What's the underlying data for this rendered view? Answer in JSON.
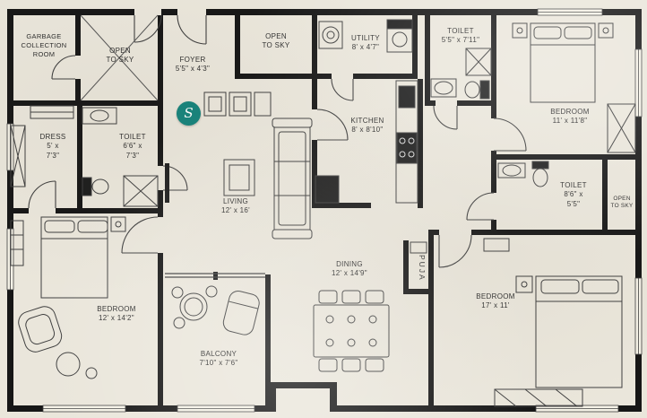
{
  "colors": {
    "paper": "#eae6db",
    "wall": "#161616",
    "line": "#3f3f3f",
    "accent_teal": "#15837b",
    "text": "#2e2e2e"
  },
  "marker": {
    "label": "S"
  },
  "rooms": {
    "garbage": {
      "label": "GARBAGE\nCOLLECTION\nROOM"
    },
    "open_sky_1": {
      "label": "OPEN\nTO SKY"
    },
    "foyer": {
      "label": "FOYER\n5'5\" x 4'3\""
    },
    "open_sky_2": {
      "label": "OPEN\nTO SKY"
    },
    "utility": {
      "label": "UTILITY\n8' x 4'7\""
    },
    "toilet_top": {
      "label": "TOILET\n5'5\" x 7'11\""
    },
    "bedroom_top": {
      "label": "BEDROOM\n11' x 11'8\""
    },
    "dress": {
      "label": "DRESS\n5' x\n7'3\""
    },
    "toilet_left": {
      "label": "TOILET\n6'6\" x\n7'3\""
    },
    "kitchen": {
      "label": "KITCHEN\n8' x 8'10\""
    },
    "living": {
      "label": "LIVING\n12' x 16'"
    },
    "toilet_right": {
      "label": "TOILET\n8'6\" x\n5'5\""
    },
    "open_sky_3": {
      "label": "OPEN\nTO SKY"
    },
    "dining": {
      "label": "DINING\n12' x 14'9\""
    },
    "puja": {
      "label": "PUJA"
    },
    "bedroom_right": {
      "label": "BEDROOM\n17' x 11'"
    },
    "bedroom_left": {
      "label": "BEDROOM\n12' x 14'2\""
    },
    "balcony": {
      "label": "BALCONY\n7'10\" x 7'6\""
    }
  }
}
